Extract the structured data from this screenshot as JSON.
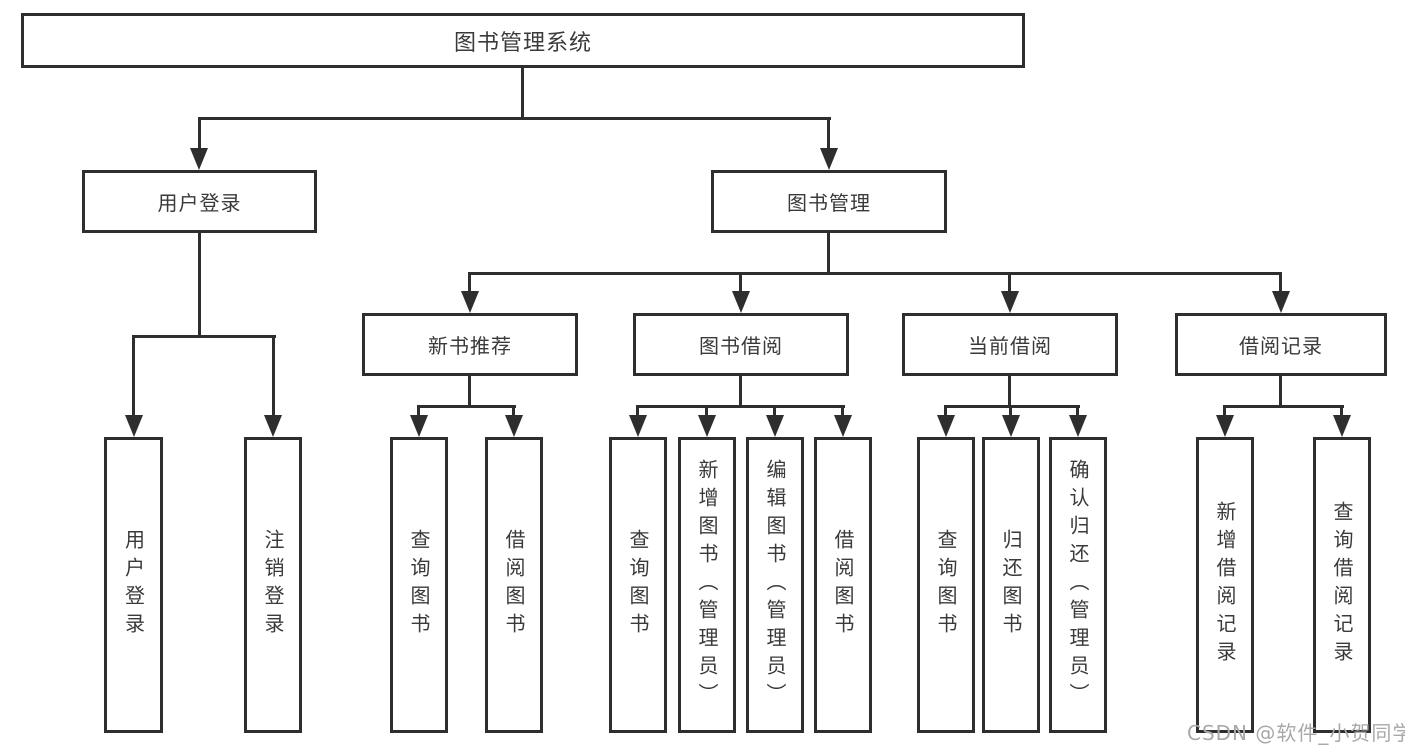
{
  "root": {
    "label": "图书管理系统"
  },
  "level2": [
    {
      "label": "用户登录"
    },
    {
      "label": "图书管理"
    }
  ],
  "level3": [
    {
      "label": "新书推荐"
    },
    {
      "label": "图书借阅"
    },
    {
      "label": "当前借阅"
    },
    {
      "label": "借阅记录"
    }
  ],
  "leaves": {
    "user_login": [
      {
        "label": "用户登录"
      },
      {
        "label": "注销登录"
      }
    ],
    "new_book_recommendation": [
      {
        "label": "查询图书"
      },
      {
        "label": "借阅图书"
      }
    ],
    "book_borrowing": [
      {
        "label": "查询图书"
      },
      {
        "label": "新增图书（管理员）"
      },
      {
        "label": "编辑图书（管理员）"
      },
      {
        "label": "借阅图书"
      }
    ],
    "current_borrowing": [
      {
        "label": "查询图书"
      },
      {
        "label": "归还图书"
      },
      {
        "label": "确认归还（管理员）"
      }
    ],
    "borrowing_records": [
      {
        "label": "新增借阅记录"
      },
      {
        "label": "查询借阅记录"
      }
    ]
  },
  "watermark": {
    "text": "CSDN @软件_小贺同学"
  },
  "colors": {
    "line": "#2e2e2e",
    "text": "#3a3a3a",
    "bg": "#ffffff",
    "watermark": "#a9a9a9"
  }
}
